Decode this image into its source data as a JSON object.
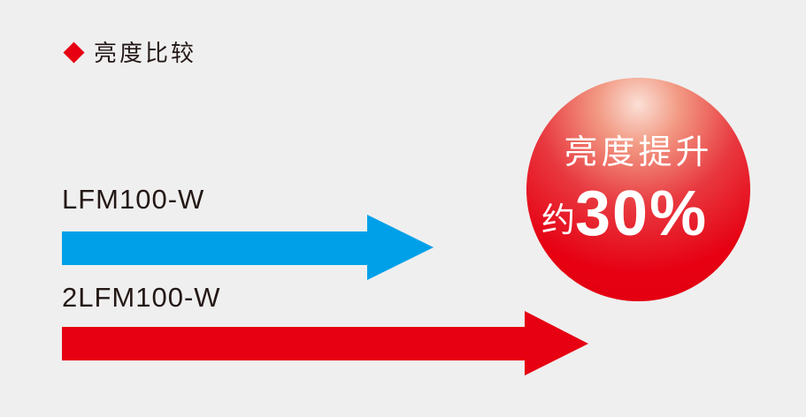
{
  "title": "亮度比较",
  "rows": [
    {
      "label": "LFM100-W",
      "color": "#00a0e9"
    },
    {
      "label": "2LFM100-W",
      "color": "#e60012"
    }
  ],
  "badge": {
    "line1": "亮度提升",
    "prefix": "约",
    "value": "30%"
  }
}
